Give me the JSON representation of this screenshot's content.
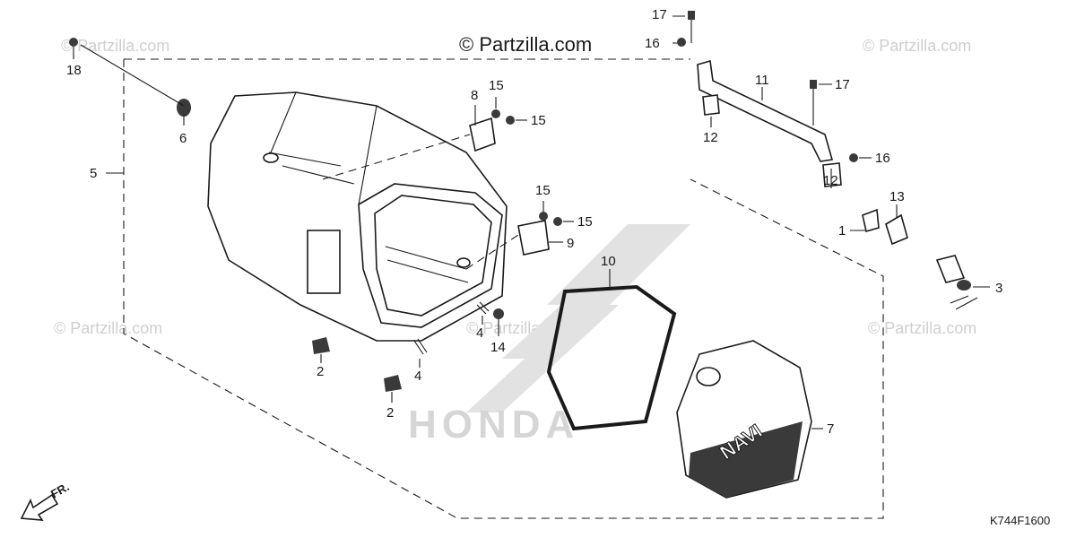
{
  "watermarks": {
    "main": "© Partzilla.com",
    "faint": "© Partzilla.com"
  },
  "diagram_code": "K744F1600",
  "front_indicator": "FR.",
  "brand_logo_text": "HONDA",
  "cover_emblem_text": "NAVI",
  "callouts": {
    "p1": "1",
    "p2a": "2",
    "p2b": "2",
    "p3": "3",
    "p4a": "4",
    "p4b": "4",
    "p5": "5",
    "p6": "6",
    "p7": "7",
    "p8": "8",
    "p9": "9",
    "p10": "10",
    "p11": "11",
    "p12a": "12",
    "p12b": "12",
    "p13": "13",
    "p14": "14",
    "p15a": "15",
    "p15b": "15",
    "p15c": "15",
    "p15d": "15",
    "p16a": "16",
    "p16b": "16",
    "p17a": "17",
    "p17b": "17",
    "p18": "18"
  },
  "colors": {
    "ink": "#1a1a1a",
    "watermark": "#cfcfcf",
    "background": "#ffffff"
  }
}
